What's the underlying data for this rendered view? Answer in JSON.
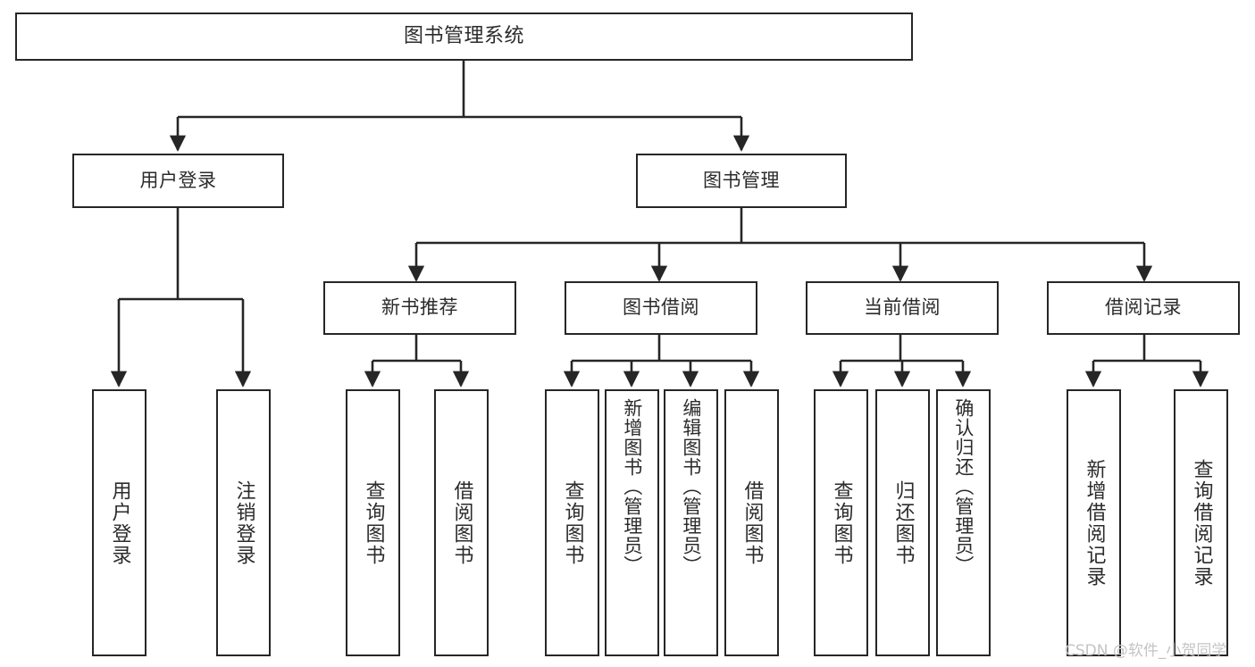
{
  "diagram": {
    "title": "图书管理系统",
    "type": "tree-hierarchy-chart",
    "root": {
      "id": "root",
      "label": "图书管理系统"
    },
    "level2": [
      {
        "id": "user-login",
        "label": "用户登录"
      },
      {
        "id": "book-manage",
        "label": "图书管理"
      }
    ],
    "level3": [
      {
        "id": "new-book-recommend",
        "label": "新书推荐"
      },
      {
        "id": "book-borrow",
        "label": "图书借阅"
      },
      {
        "id": "current-borrow",
        "label": "当前借阅"
      },
      {
        "id": "borrow-record",
        "label": "借阅记录"
      }
    ],
    "leaves": {
      "user_login": [
        {
          "id": "leaf-user-login",
          "label": "用户登录"
        },
        {
          "id": "leaf-logout-login",
          "label": "注销登录"
        }
      ],
      "new_book_recommend": [
        {
          "id": "leaf-query-book-1",
          "label": "查询图书"
        },
        {
          "id": "leaf-borrow-book-1",
          "label": "借阅图书"
        }
      ],
      "book_borrow": [
        {
          "id": "leaf-query-book-2",
          "label": "查询图书"
        },
        {
          "id": "leaf-add-book",
          "label": "新增图书（管理员）"
        },
        {
          "id": "leaf-edit-book",
          "label": "编辑图书（管理员）"
        },
        {
          "id": "leaf-borrow-book-2",
          "label": "借阅图书"
        }
      ],
      "current_borrow": [
        {
          "id": "leaf-query-book-3",
          "label": "查询图书"
        },
        {
          "id": "leaf-return-book",
          "label": "归还图书"
        },
        {
          "id": "leaf-confirm-return",
          "label": "确认归还（管理员）"
        }
      ],
      "borrow_record": [
        {
          "id": "leaf-add-record",
          "label": "新增借阅记录"
        },
        {
          "id": "leaf-query-record",
          "label": "查询借阅记录"
        }
      ]
    }
  },
  "watermark": {
    "text": "CSDN @软件_小贺同学"
  },
  "colors": {
    "background": "#ffffff",
    "node_border": "#262626",
    "node_fill": "#ffffff",
    "text": "#2b2b2b",
    "edge": "#262626",
    "watermark": "#c4c4c4"
  }
}
